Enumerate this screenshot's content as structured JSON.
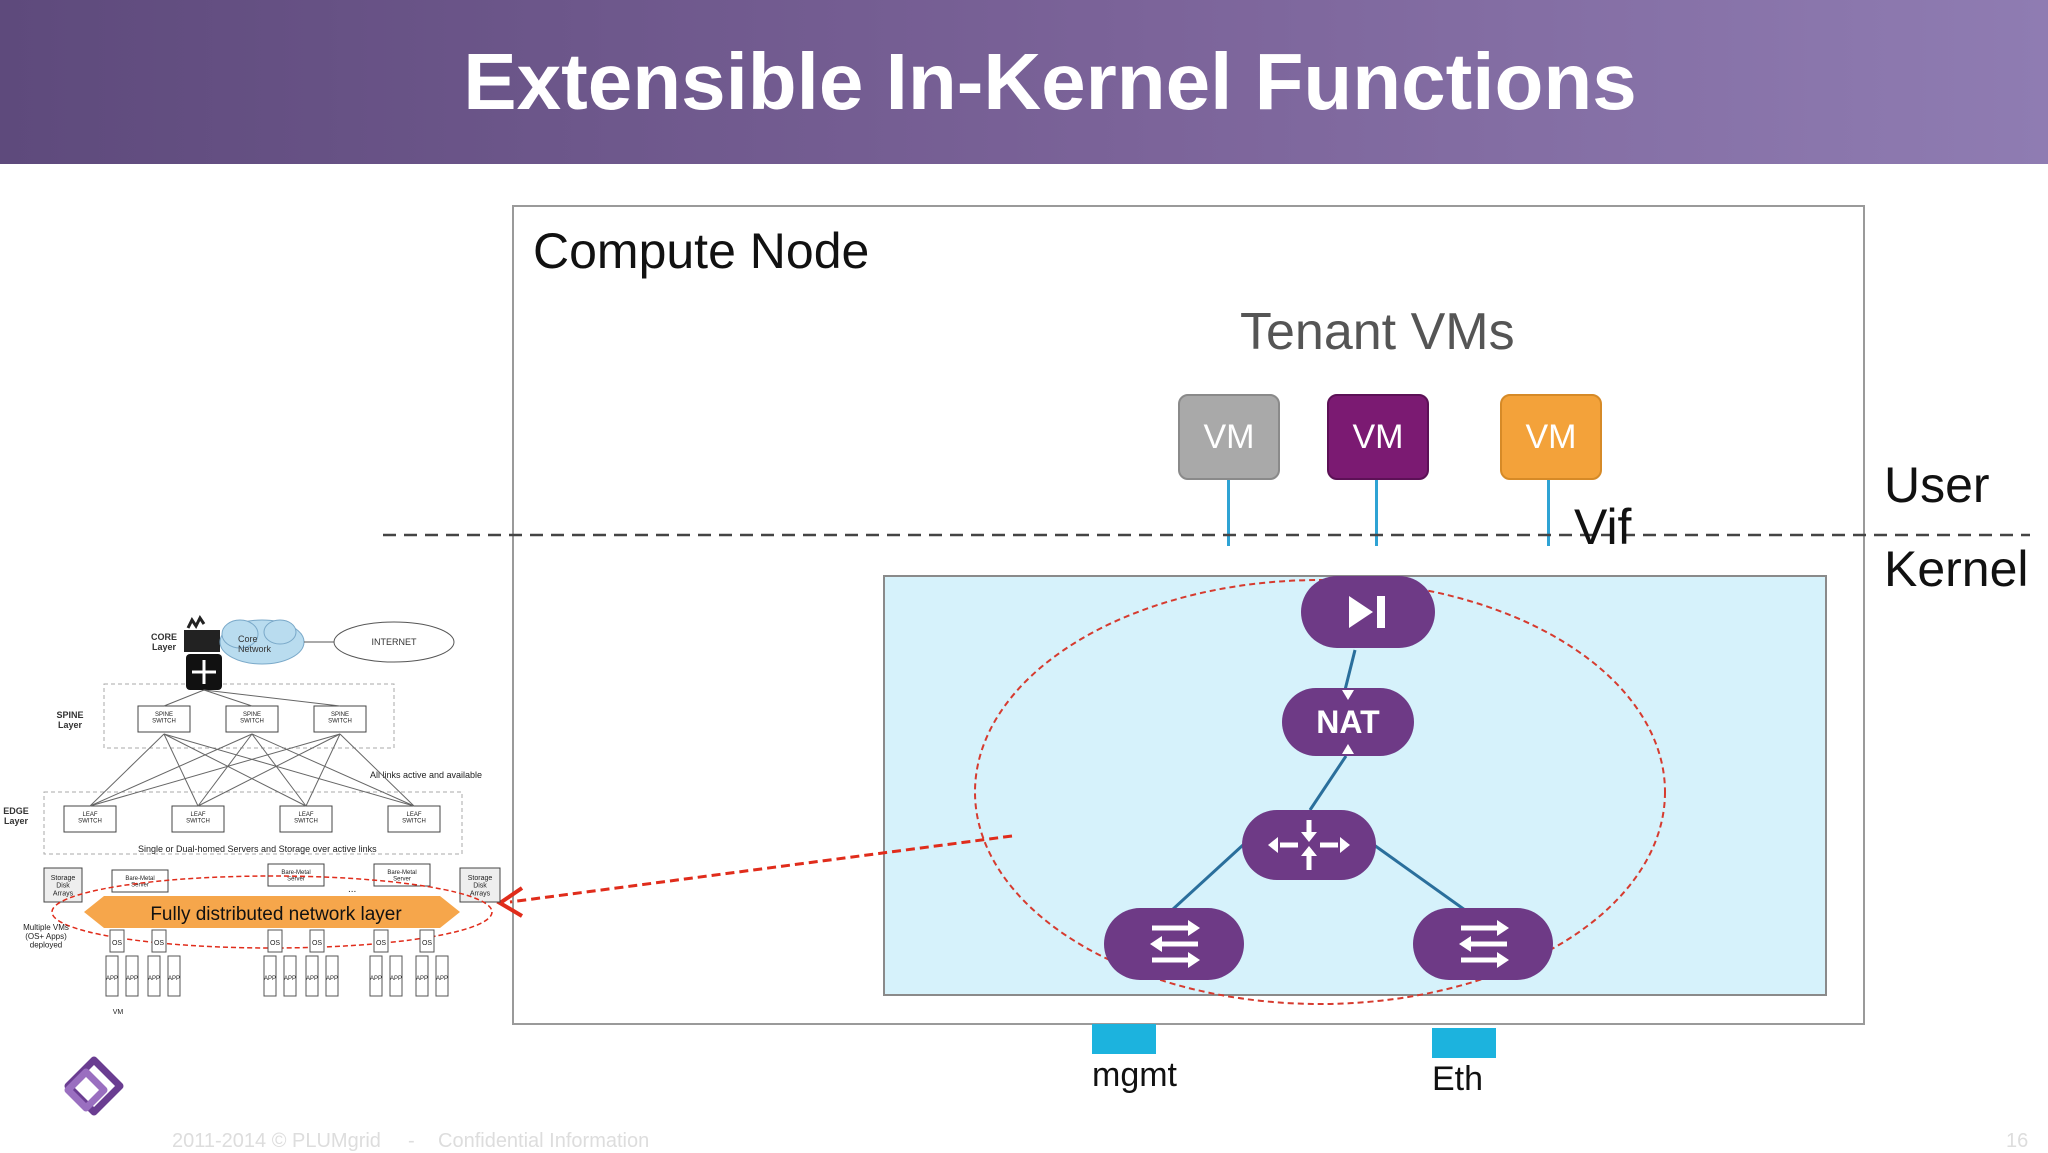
{
  "slide": {
    "title": "Extensible In-Kernel Functions",
    "page_number": "16",
    "footer_copyright": "2011-2014 © PLUMgrid",
    "footer_sep": "-",
    "footer_confidential": "Confidential Information"
  },
  "compute_node": {
    "title": "Compute Node",
    "tenant_label": "Tenant VMs",
    "vms": [
      {
        "label": "VM",
        "color": "#a9a9a9"
      },
      {
        "label": "VM",
        "color": "#7b1a72"
      },
      {
        "label": "VM",
        "color": "#f3a23a"
      }
    ],
    "vif_label": "Vif",
    "user_label": "User",
    "kernel_label": "Kernel",
    "nat_label": "NAT",
    "mgmt_label": "mgmt",
    "eth_label": "Eth"
  },
  "network_diagram": {
    "core_layer": "CORE\nLayer",
    "core_network": "Core\nNetwork",
    "internet": "INTERNET",
    "spine_layer": "SPINE\nLayer",
    "spine_switch": "SPINE\nSWITCH",
    "all_links": "All links active and available",
    "edge_layer": "EDGE\nLayer",
    "leaf_switch": "LEAF\nSWITCH",
    "single_dual": "Single or Dual-homed Servers and Storage over active links",
    "storage": "Storage\nDisk\nArrays",
    "bare_metal": "Bare-Metal\nServer",
    "ellipsis": "...",
    "fully_distributed": "Fully distributed network layer",
    "multiple_vms": "Multiple VMs\n(OS+ Apps)\ndeployed",
    "os": "OS",
    "app": "APP",
    "vm_small": "VM"
  },
  "colors": {
    "header_start": "#5e4a7c",
    "header_end": "#8f7cb2",
    "function_purple": "#6e3a86",
    "kernel_bg": "#d6f2fb",
    "link_blue": "#2fa3d4",
    "port_cyan": "#1cb3de",
    "arrow_red": "#e02c1b",
    "orange_band": "#f6a64b"
  },
  "icons": [
    "play-pause-icon",
    "nat-icon",
    "router-icon",
    "switch-icon",
    "plumgrid-logo-icon",
    "firewall-icon",
    "cloud-icon"
  ]
}
